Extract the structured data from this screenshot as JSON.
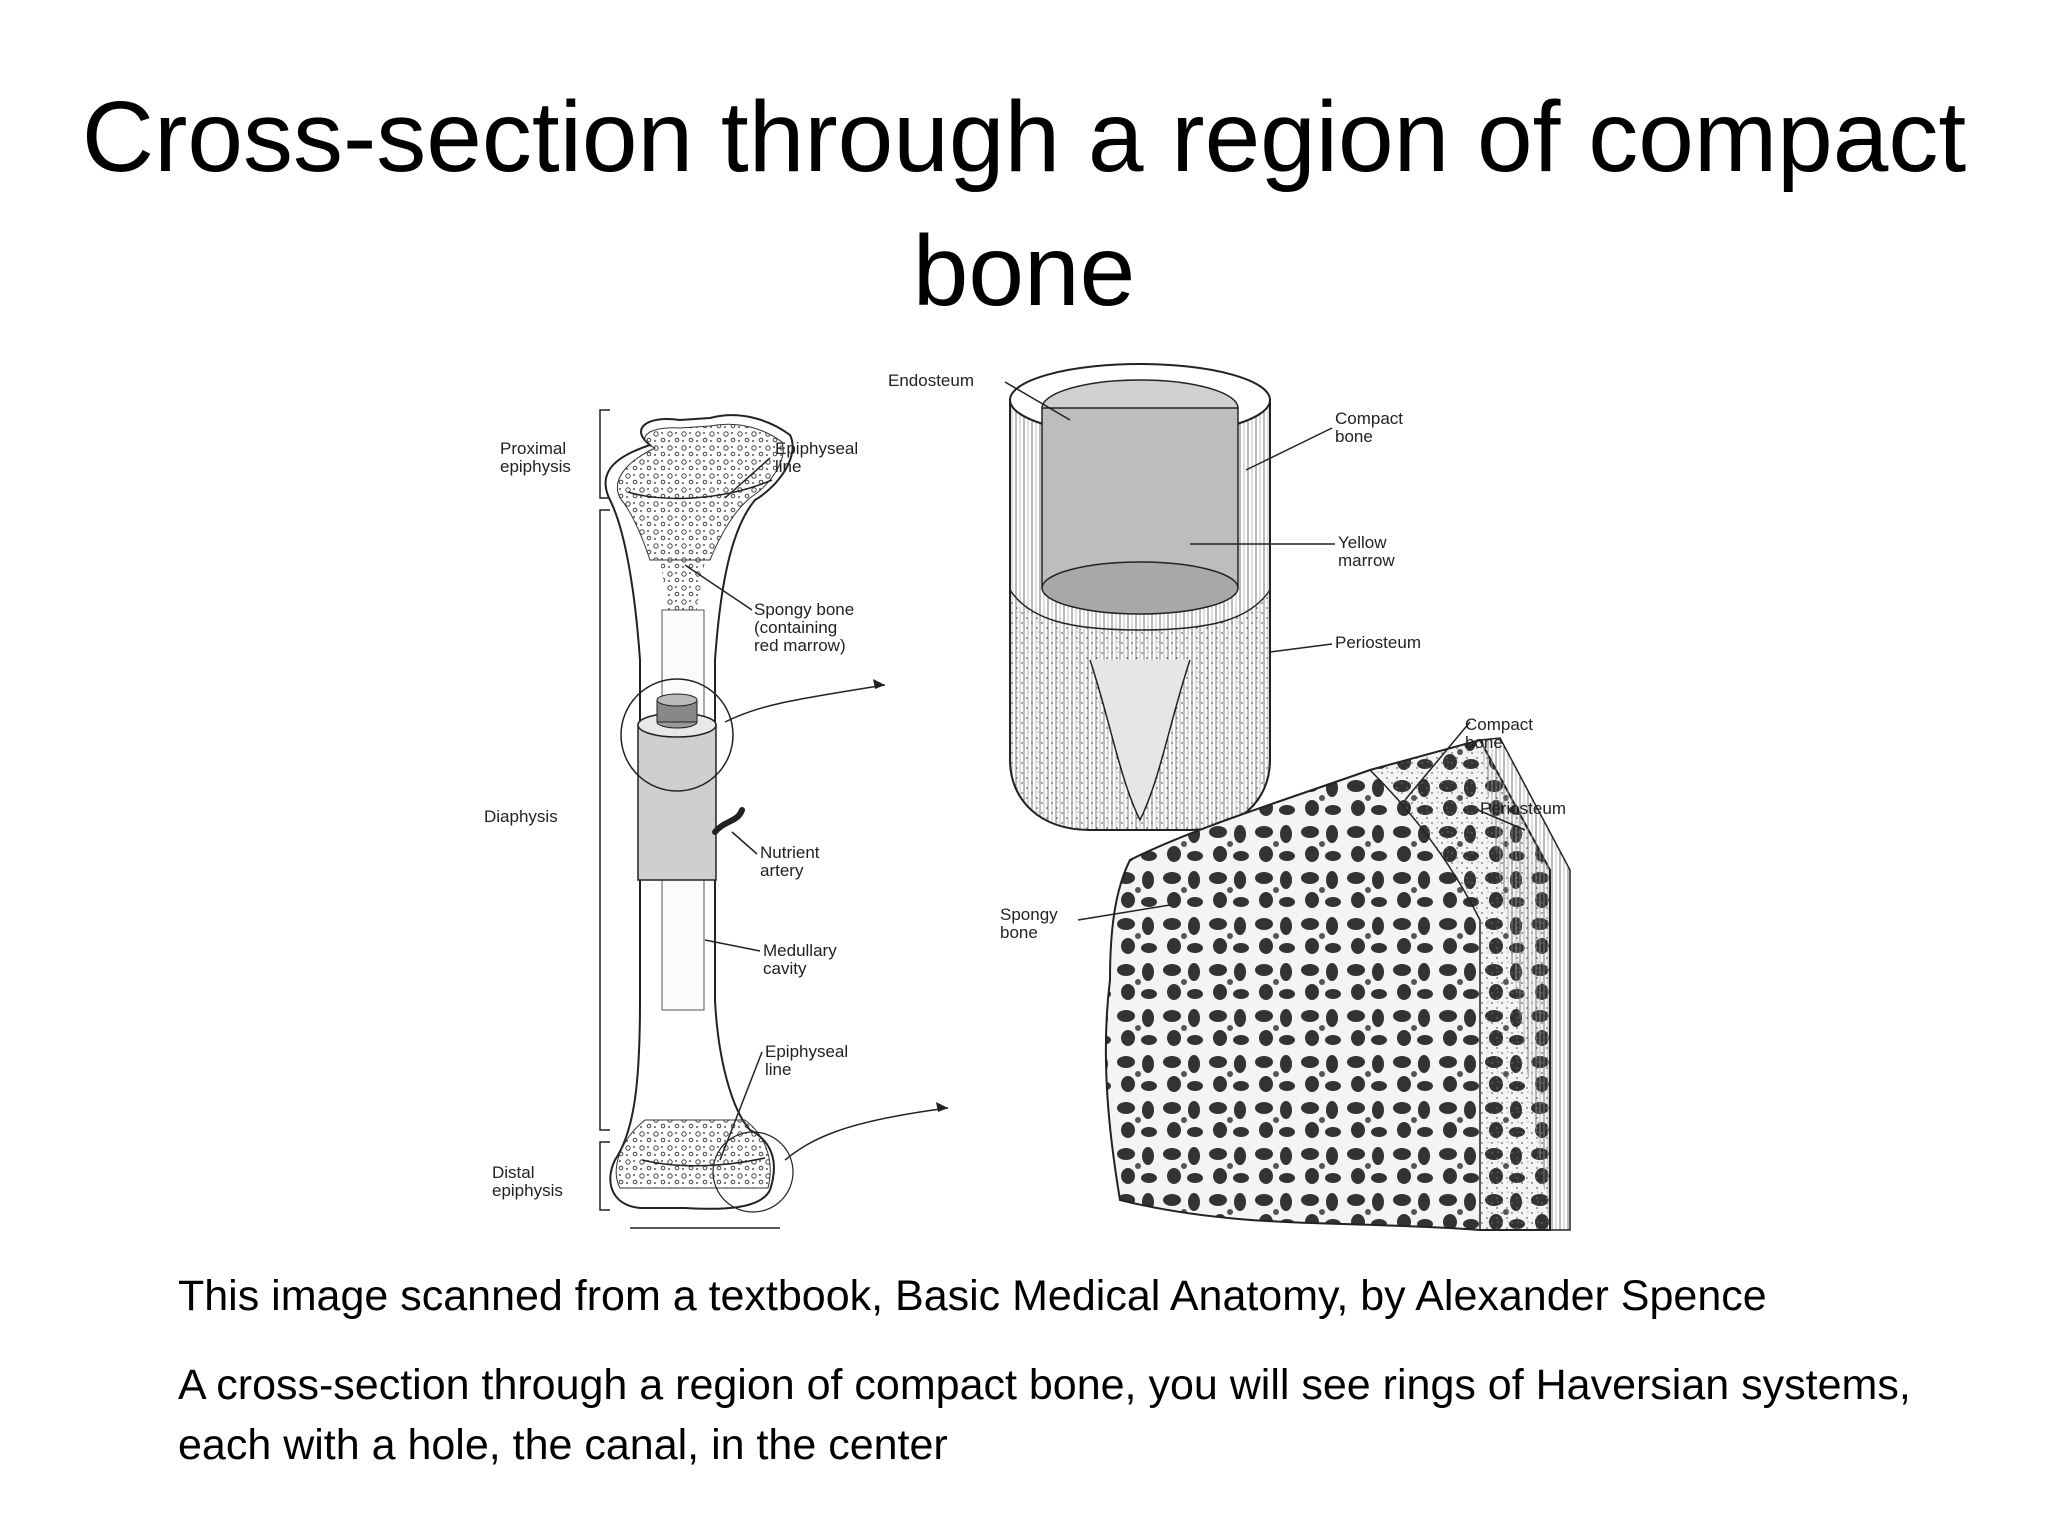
{
  "slide": {
    "title": "Cross-section through a region of compact bone"
  },
  "diagram": {
    "labels": {
      "proximal_epiphysis": [
        "Proximal",
        "epiphysis"
      ],
      "diaphysis": "Diaphysis",
      "distal_epiphysis": [
        "Distal",
        "epiphysis"
      ],
      "epiphyseal_line_top": [
        "Epiphyseal",
        "line"
      ],
      "spongy_bone_red_marrow": [
        "Spongy bone",
        "(containing",
        "red marrow)"
      ],
      "nutrient_artery": [
        "Nutrient",
        "artery"
      ],
      "medullary_cavity": [
        "Medullary",
        "cavity"
      ],
      "epiphyseal_line_bottom": [
        "Epiphyseal",
        "line"
      ],
      "endosteum": "Endosteum",
      "compact_bone_top": [
        "Compact",
        "bone"
      ],
      "yellow_marrow": [
        "Yellow",
        "marrow"
      ],
      "periosteum_top": "Periosteum",
      "compact_bone_bottom": [
        "Compact",
        "bone"
      ],
      "periosteum_bottom": "Periosteum",
      "spongy_bone": [
        "Spongy",
        "bone"
      ]
    }
  },
  "captions": {
    "credit": "This image scanned from a textbook, Basic Medical Anatomy, by Alexander Spence",
    "body": "A cross-section through a region of compact bone, you will see rings of Haversian systems, each with a hole, the canal, in the center"
  }
}
